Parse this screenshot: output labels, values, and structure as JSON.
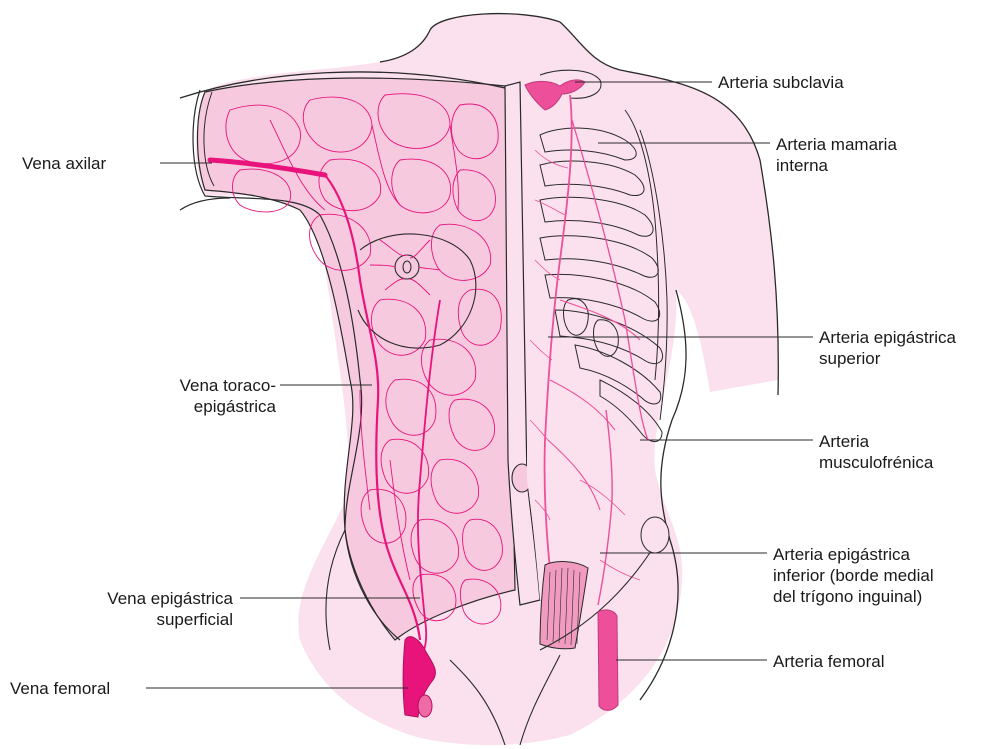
{
  "colors": {
    "skin_fill": "#f7c9df",
    "skin_light": "#fbe1ee",
    "outline": "#2a2a2a",
    "vein": "#e8147c",
    "artery": "#ee4f9a",
    "muscle": "#f29bc0",
    "leader": "#2a2a2a"
  },
  "labels": {
    "left": {
      "vena_axilar": "Vena axilar",
      "vena_toraco_1": "Vena toraco-",
      "vena_toraco_2": "epigástrica",
      "vena_epig_sup_1": "Vena epigástrica",
      "vena_epig_sup_2": "superficial",
      "vena_femoral": "Vena femoral"
    },
    "right": {
      "arteria_subclavia": "Arteria subclavia",
      "arteria_mamaria_1": "Arteria mamaria",
      "arteria_mamaria_2": "interna",
      "arteria_epig_sup_1": "Arteria epigástrica",
      "arteria_epig_sup_2": "superior",
      "arteria_musculo_1": "Arteria",
      "arteria_musculo_2": "musculofrénica",
      "arteria_epig_inf_1": "Arteria epigástrica",
      "arteria_epig_inf_2": "inferior (borde medial",
      "arteria_epig_inf_3": "del trígono inguinal)",
      "arteria_femoral": "Arteria femoral"
    }
  }
}
